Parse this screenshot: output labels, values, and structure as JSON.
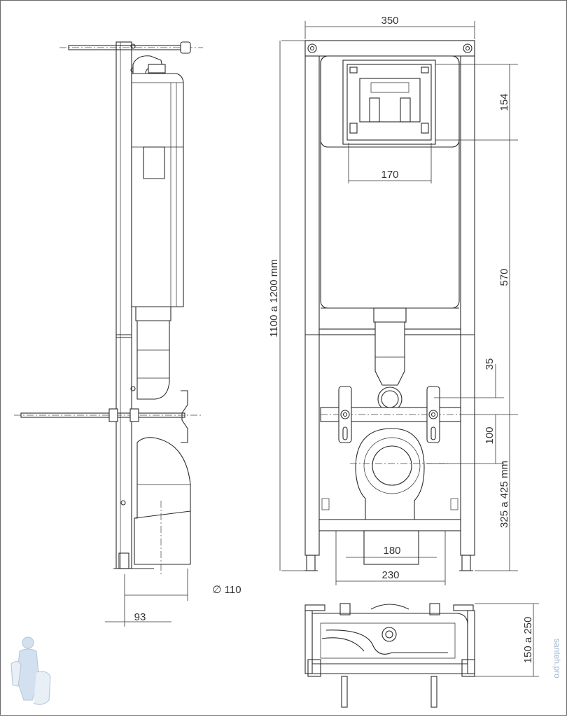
{
  "labels": {
    "width_350": "350",
    "height_154": "154",
    "width_170": "170",
    "height_570": "570",
    "height_35": "35",
    "height_100": "100",
    "range_325_425": "325 a 425 mm",
    "range_1100_1200": "1100 a 1200 mm",
    "width_180": "180",
    "width_230": "230",
    "diameter_110": "∅ 110",
    "depth_93": "93",
    "range_150_250": "150 a 250"
  },
  "watermark": {
    "site": "santeh.pro"
  },
  "colors": {
    "line": "#2a2a2a",
    "dimension": "#333333",
    "watermark": "#9fb6d0"
  }
}
